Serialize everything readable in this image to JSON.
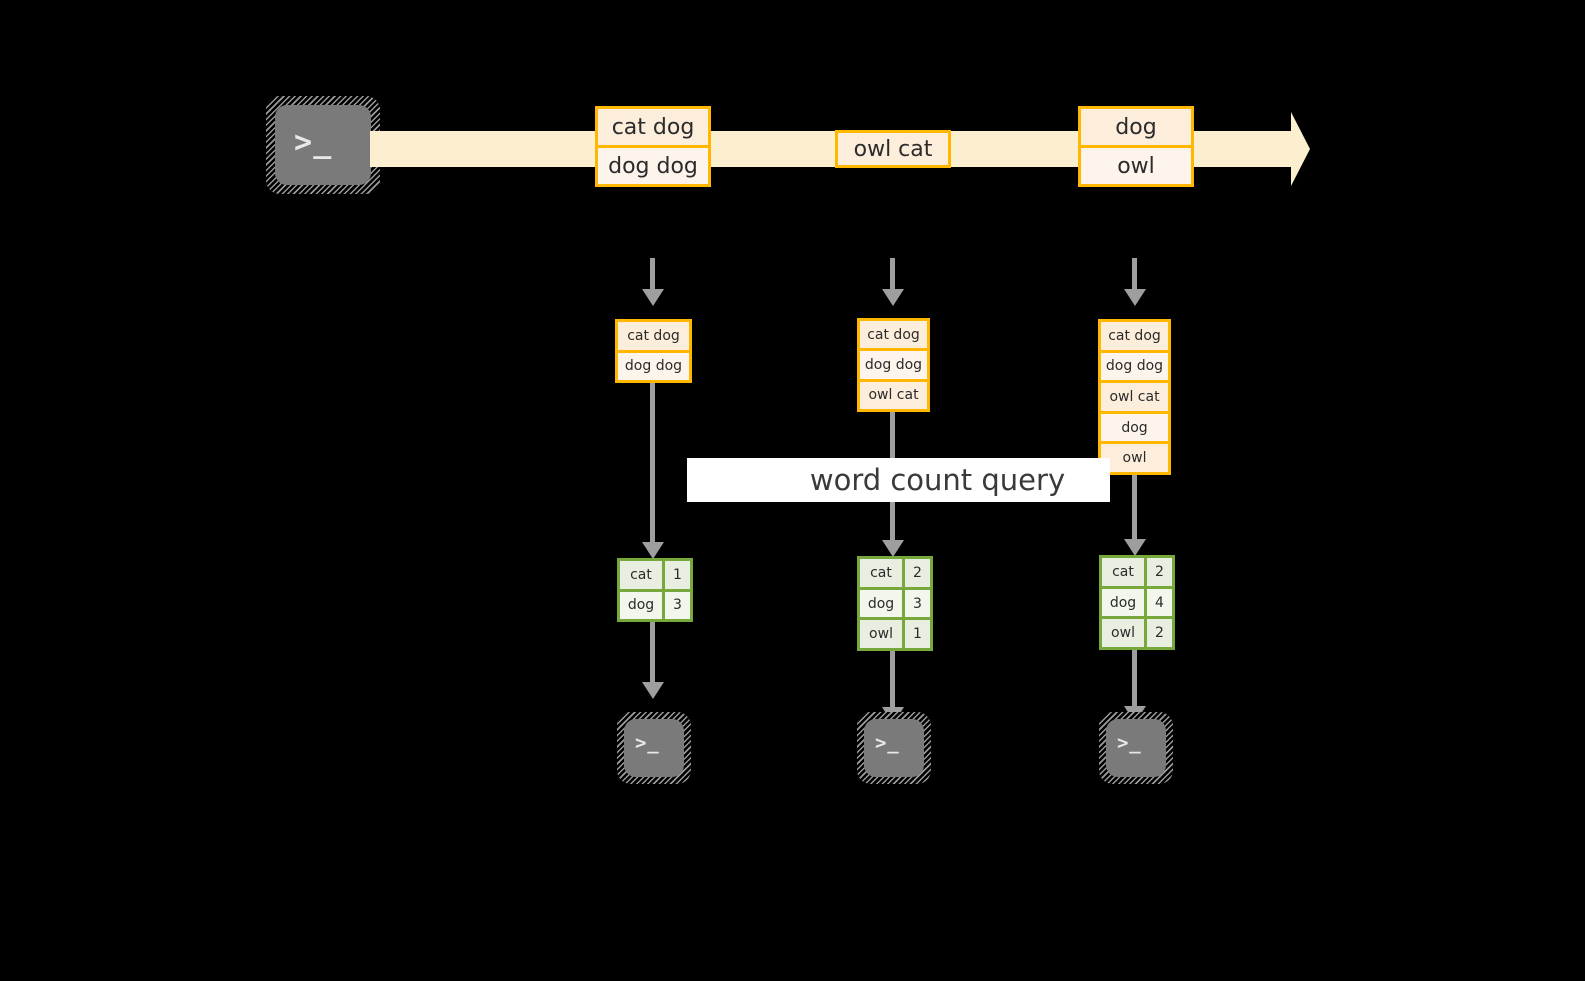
{
  "diagram": {
    "title": "word count streaming query diagram",
    "colors": {
      "background": "#000000",
      "stream_band": "#fcefcf",
      "record_border": "#ffb700",
      "record_fill_dark": "#fdeedc",
      "record_fill_light": "#fdf4ec",
      "result_border": "#76a83c",
      "result_fill_dark": "#e9efe0",
      "result_fill_light": "#f2f6ed",
      "arrow": "#9e9e9e",
      "terminal_body": "#7a7a7a",
      "label_band": "#ffffff",
      "text": "#2b2b2b"
    }
  },
  "source": {
    "icon": "terminal-icon",
    "glyph": ">_"
  },
  "stream": {
    "groups": [
      {
        "rows": [
          "cat dog",
          "dog dog"
        ]
      },
      {
        "rows": [
          "owl cat"
        ]
      },
      {
        "rows": [
          "dog",
          "owl"
        ]
      }
    ]
  },
  "query": {
    "label": "word count query"
  },
  "columns": [
    {
      "id": "t1",
      "input_rows": [
        "cat dog",
        "dog dog"
      ],
      "result": {
        "rows": [
          {
            "word": "cat",
            "count": "1"
          },
          {
            "word": "dog",
            "count": "3"
          }
        ]
      },
      "sink": {
        "icon": "terminal-icon",
        "glyph": ">_"
      }
    },
    {
      "id": "t2",
      "input_rows": [
        "cat dog",
        "dog dog",
        "owl cat"
      ],
      "result": {
        "rows": [
          {
            "word": "cat",
            "count": "2"
          },
          {
            "word": "dog",
            "count": "3"
          },
          {
            "word": "owl",
            "count": "1"
          }
        ]
      },
      "sink": {
        "icon": "terminal-icon",
        "glyph": ">_"
      }
    },
    {
      "id": "t3",
      "input_rows": [
        "cat dog",
        "dog dog",
        "owl cat",
        "dog",
        "owl"
      ],
      "result": {
        "rows": [
          {
            "word": "cat",
            "count": "2"
          },
          {
            "word": "dog",
            "count": "4"
          },
          {
            "word": "owl",
            "count": "2"
          }
        ]
      },
      "sink": {
        "icon": "terminal-icon",
        "glyph": ">_"
      }
    }
  ]
}
